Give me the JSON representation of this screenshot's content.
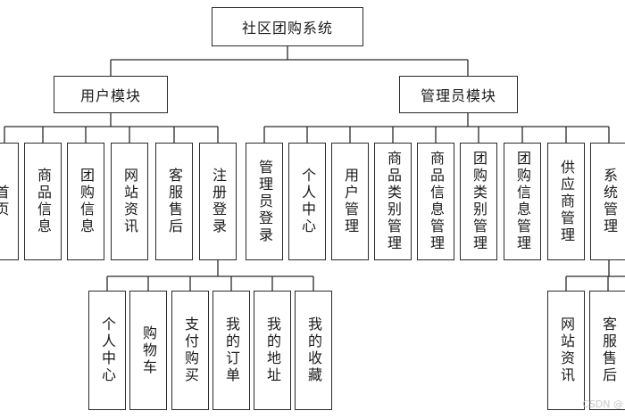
{
  "root": {
    "label": "社区团购系统"
  },
  "user_module": {
    "label": "用户模块",
    "items": [
      {
        "label": "首页"
      },
      {
        "label": "商品信息"
      },
      {
        "label": "团购信息"
      },
      {
        "label": "网站资讯"
      },
      {
        "label": "客服售后"
      },
      {
        "label": "注册登录"
      }
    ],
    "register_children": [
      {
        "label": "个人中心"
      },
      {
        "label": "购物车"
      },
      {
        "label": "支付购买"
      },
      {
        "label": "我的订单"
      },
      {
        "label": "我的地址"
      },
      {
        "label": "我的收藏"
      }
    ]
  },
  "admin_module": {
    "label": "管理员模块",
    "items": [
      {
        "label": "管理员登录"
      },
      {
        "label": "个人中心"
      },
      {
        "label": "用户管理"
      },
      {
        "label": "商品类别管理"
      },
      {
        "label": "商品信息管理"
      },
      {
        "label": "团购类别管理"
      },
      {
        "label": "团购信息管理"
      },
      {
        "label": "供应商管理"
      },
      {
        "label": "系统管理"
      }
    ],
    "system_children": [
      {
        "label": "网站资讯"
      },
      {
        "label": "客服售后"
      }
    ]
  },
  "watermark": "CSDN @"
}
